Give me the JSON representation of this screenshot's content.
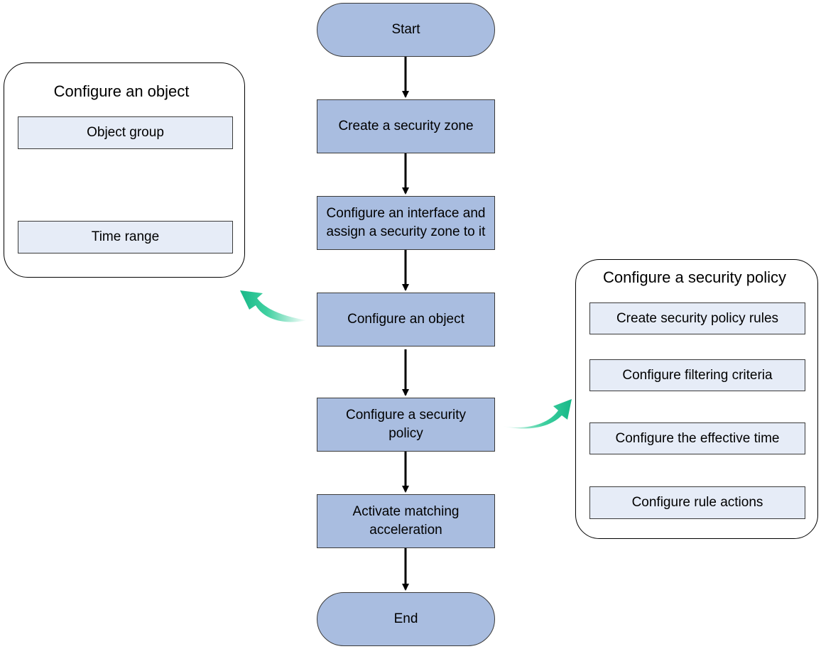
{
  "flow": {
    "start": "Start",
    "steps": [
      "Create a security zone",
      "Configure an interface and assign a security zone to it",
      "Configure an object",
      "Configure a security policy",
      "Activate matching acceleration"
    ],
    "end": "End"
  },
  "object_panel": {
    "title": "Configure an object",
    "items": [
      "Object group",
      "Time range"
    ]
  },
  "policy_panel": {
    "title": "Configure a security policy",
    "items": [
      "Create security policy rules",
      "Configure filtering criteria",
      "Configure the effective time",
      "Configure rule actions"
    ]
  },
  "colors": {
    "node_fill": "#a9bde0",
    "sub_fill": "#e6ecf7",
    "callout_arrow": "#1fbf8f"
  }
}
